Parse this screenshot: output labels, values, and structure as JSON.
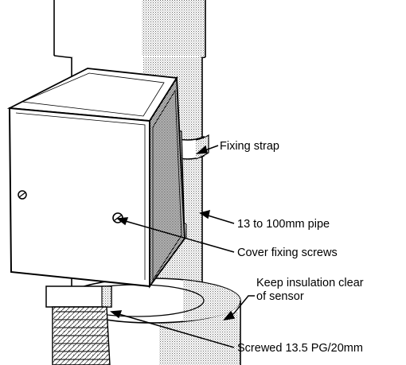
{
  "labels": {
    "fixing_strap": "Fixing strap",
    "pipe": "13 to 100mm pipe",
    "cover_screws": "Cover fixing screws",
    "insulation_line1": "Keep insulation clear",
    "insulation_line2": "of sensor",
    "screwed": "Screwed 13.5 PG/20mm"
  },
  "colors": {
    "ink": "#000000",
    "paper": "#ffffff",
    "stipple": "#9a9a9a"
  }
}
